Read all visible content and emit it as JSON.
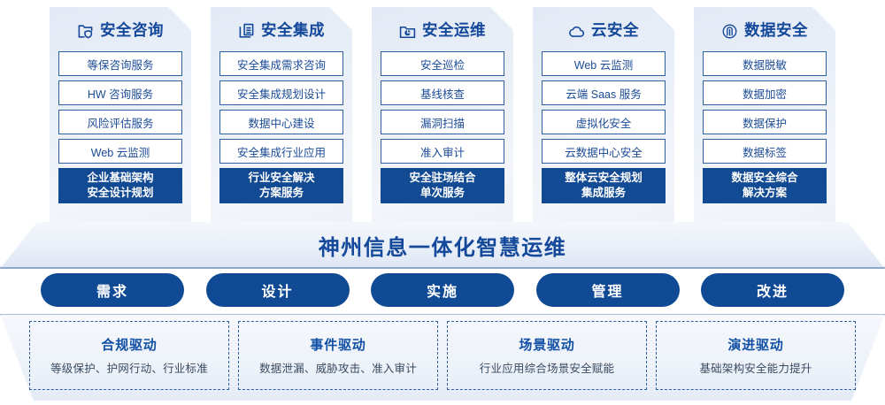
{
  "columns": [
    {
      "icon": "folder-shield-icon",
      "title": "安全咨询",
      "items": [
        "等保咨询服务",
        "HW 咨询服务",
        "风险评估服务",
        "Web 云监测"
      ],
      "final": [
        "企业基础架构",
        "安全设计规划"
      ]
    },
    {
      "icon": "stacked-documents-icon",
      "title": "安全集成",
      "items": [
        "安全集成需求咨询",
        "安全集成规划设计",
        "数据中心建设",
        "安全集成行业应用"
      ],
      "final": [
        "行业安全解决",
        "方案服务"
      ]
    },
    {
      "icon": "folder-piechart-icon",
      "title": "安全运维",
      "items": [
        "安全巡检",
        "基线核查",
        "漏洞扫描",
        "准入审计"
      ],
      "final": [
        "安全驻场结合",
        "单次服务"
      ]
    },
    {
      "icon": "cloud-icon",
      "title": "云安全",
      "items": [
        "Web 云监测",
        "云端 Saas 服务",
        "虚拟化安全",
        "云数据中心安全"
      ],
      "final": [
        "整体云安全规划",
        "集成服务"
      ]
    },
    {
      "icon": "fingerprint-icon",
      "title": "数据安全",
      "items": [
        "数据脱敏",
        "数据加密",
        "数据保护",
        "数据标签"
      ],
      "final": [
        "数据安全综合",
        "解决方案"
      ]
    }
  ],
  "banner": {
    "text": "神州信息一体化智慧运维"
  },
  "phases": [
    {
      "label": "需求"
    },
    {
      "label": "设计"
    },
    {
      "label": "实施"
    },
    {
      "label": "管理"
    },
    {
      "label": "改进"
    }
  ],
  "drivers": [
    {
      "title": "合规驱动",
      "desc": "等级保护、护网行动、行业标准"
    },
    {
      "title": "事件驱动",
      "desc": "数据泄漏、威胁攻击、准入审计"
    },
    {
      "title": "场景驱动",
      "desc": "行业应用综合场景安全赋能"
    },
    {
      "title": "演进驱动",
      "desc": "基础架构安全能力提升"
    }
  ],
  "colors": {
    "brand_blue": "#14489b",
    "deep_blue": "#124a93",
    "item_border": "#2e5fa3",
    "card_bg": "#e9eff7"
  }
}
